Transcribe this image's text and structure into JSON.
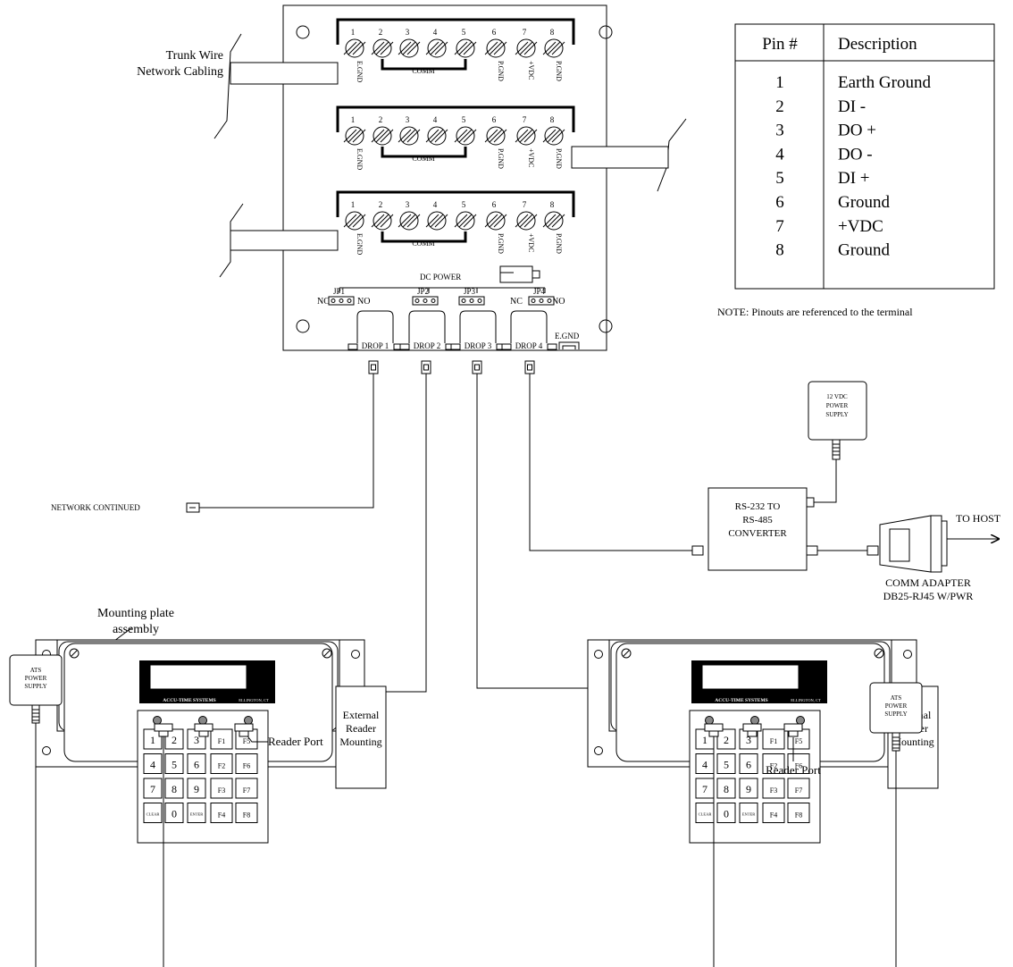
{
  "terminal_block": {
    "pin_numbers": [
      "1",
      "2",
      "3",
      "4",
      "5",
      "6",
      "7",
      "8"
    ],
    "labels": {
      "egnd": "E.GND",
      "comm": "COMM",
      "pgnd": "P.GND",
      "vdc": "+VDC"
    },
    "dc_power": "DC POWER",
    "nc": "NC",
    "no": "NO",
    "jumpers": [
      "JP1",
      "JP2",
      "JP3",
      "JP4"
    ],
    "drops": [
      "DROP 1",
      "DROP 2",
      "DROP 3",
      "DROP 4"
    ],
    "egnd_jack": "E.GND"
  },
  "callouts": {
    "trunk_wire_line1": "Trunk Wire",
    "trunk_wire_line2": "Network Cabling",
    "network_continued": "NETWORK CONTINUED",
    "mounting_plate_line1": "Mounting plate",
    "mounting_plate_line2": "assembly",
    "reader_port": "Reader Port",
    "to_host": "TO HOST",
    "comm_adapter_line1": "COMM ADAPTER",
    "comm_adapter_line2": "DB25-RJ45 W/PWR",
    "note": "NOTE: Pinouts are referenced to the terminal"
  },
  "power_supplies": {
    "vdc12": [
      "12 VDC",
      "POWER",
      "SUPPLY"
    ],
    "ats": [
      "ATS",
      "POWER",
      "SUPPLY"
    ]
  },
  "converter": [
    "RS-232 TO",
    "RS-485",
    "CONVERTER"
  ],
  "pin_table": {
    "headers": [
      "Pin #",
      "Description"
    ],
    "rows": [
      {
        "pin": "1",
        "desc": "Earth Ground"
      },
      {
        "pin": "2",
        "desc": "DI -"
      },
      {
        "pin": "3",
        "desc": "DO +"
      },
      {
        "pin": "4",
        "desc": "DO -"
      },
      {
        "pin": "5",
        "desc": "DI +"
      },
      {
        "pin": "6",
        "desc": "Ground"
      },
      {
        "pin": "7",
        "desc": "+VDC"
      },
      {
        "pin": "8",
        "desc": "Ground"
      }
    ]
  },
  "terminal_unit": {
    "brand": "ACCU-TIME SYSTEMS",
    "location": "ELLINGTON, CT",
    "external_reader_line1": "External",
    "external_reader_line2": "Reader",
    "external_reader_line3": "Mounting",
    "keys": [
      [
        "1",
        "2",
        "3",
        "F1",
        "F5"
      ],
      [
        "4",
        "5",
        "6",
        "F2",
        "F6"
      ],
      [
        "7",
        "8",
        "9",
        "F3",
        "F7"
      ],
      [
        "CLEAR",
        "0",
        "ENTER",
        "F4",
        "F8"
      ]
    ]
  }
}
